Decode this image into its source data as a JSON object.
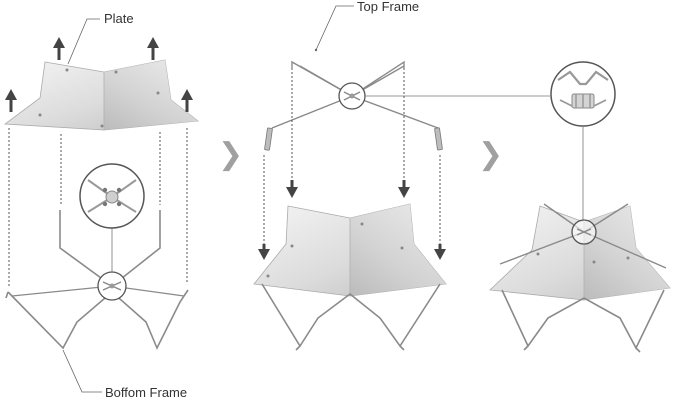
{
  "labels": {
    "plate": "Plate",
    "top_frame": "Top Frame",
    "bottom_frame": "Boffom  Frame"
  },
  "icons": {
    "step_arrow": "chevron-right-icon",
    "lift_arrow": "arrow-up-icon",
    "drop_arrow": "arrow-down-icon"
  },
  "step_arrow_glyph": "❯",
  "colors": {
    "plate_light": "#f3f3f3",
    "plate_dark": "#c6c6c6",
    "frame": "#7a7a7a",
    "arrow": "#444444",
    "step_arrow": "#a0a0a0",
    "guide": "#555555"
  }
}
